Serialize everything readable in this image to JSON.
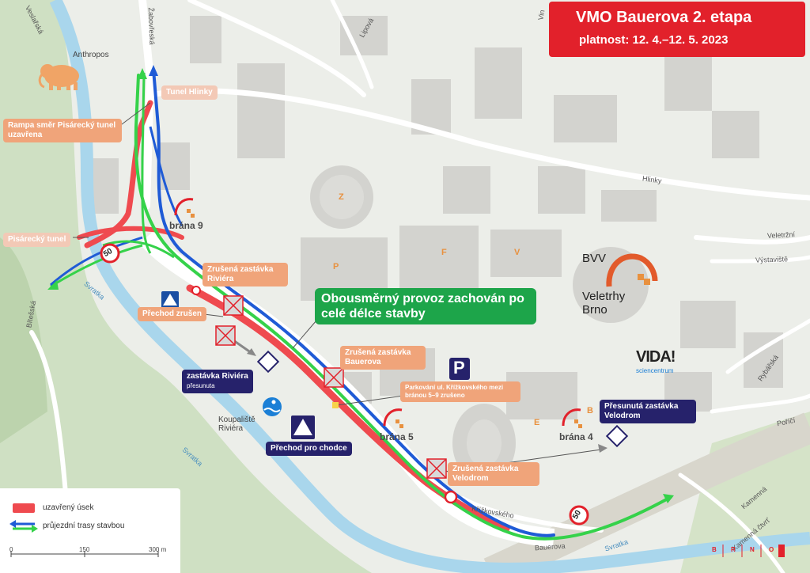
{
  "title": "VMO Bauerova 2. etapa",
  "validity": "platnost: 12. 4.–12. 5. 2023",
  "banner": "Obousměrný provoz zachován po celé délce stavby",
  "labels": {
    "tunel_hlinky": "Tunel Hlinky",
    "rampa": "Rampa směr Pisárecký tunel uzavřena",
    "pisarecky_tunel": "Pisárecký tunel",
    "zrusena_riviera": "Zrušená zastávka Riviéra",
    "prechod_zrusen": "Přechod zrušen",
    "zastavka_riviera": "zastávka Riviéra",
    "zastavka_riviera_sub": "přesunuta",
    "zrusena_bauerova": "Zrušená zastávka Bauerova",
    "parkovani": "Parkování ul. Křížkovského mezi bránou 5–9 zrušeno",
    "prechod_pro_chodce": "Přechod pro chodce",
    "zrusena_velodrom": "Zrušená zastávka Velodrom",
    "presunuta_velodrom": "Přesunutá zastávka Velodrom",
    "koupaliste": "Koupaliště Riviéra",
    "anthropos": "Anthropos"
  },
  "streets": {
    "veslarska": "Veslařská",
    "zabovreska": "Žabovřeská",
    "lipova": "Lipová",
    "hlinky": "Hlinky",
    "veletrzni": "Veletržní",
    "vystaviste": "Výstaviště",
    "bitesska": "Bítešská",
    "svratka": "Svratka",
    "svratka2": "Svratka",
    "svratka3": "Svratka",
    "rybarska": "Rybářská",
    "porici": "Poříčí",
    "krizkovskeho": "Křížkovského",
    "bauerova": "Bauerova",
    "kamenna": "Kamenná",
    "kamenna_ctvrt": "Kamenná čtvrť",
    "vin": "Vin"
  },
  "halls": {
    "z": "Z",
    "p": "P",
    "f": "F",
    "v": "V",
    "e": "E",
    "b": "B"
  },
  "gates": {
    "g9": "brána 9",
    "g5": "brána 5",
    "g4": "brána 4"
  },
  "speed_limit": "50",
  "parking_sign": "P",
  "bvv": {
    "line1": "BVV",
    "line2": "Veletrhy",
    "line3": "Brno"
  },
  "vida": {
    "main": "VIDA!",
    "sub": "sciencentrum"
  },
  "legend": {
    "closed": "uzavřený úsek",
    "detour": "průjezdní trasy stavbou",
    "scale": [
      "0",
      "150",
      "300 m"
    ]
  },
  "brno": [
    "B",
    "R",
    "N",
    "O"
  ],
  "icons": {
    "mammoth": "mammoth-icon",
    "swimming": "swimming-icon",
    "crosswalk": "crosswalk-icon",
    "bus_stop": "bus-stop-icon",
    "cancelled": "cancelled-stop-icon"
  },
  "colors": {
    "closed": "#ef4a4f",
    "detour_blue": "#1f5bd6",
    "detour_green": "#35d24a",
    "title_red": "#e2212b",
    "banner_green": "#1da54a",
    "orange_label": "#f0a47a",
    "navy_label": "#26226b"
  }
}
